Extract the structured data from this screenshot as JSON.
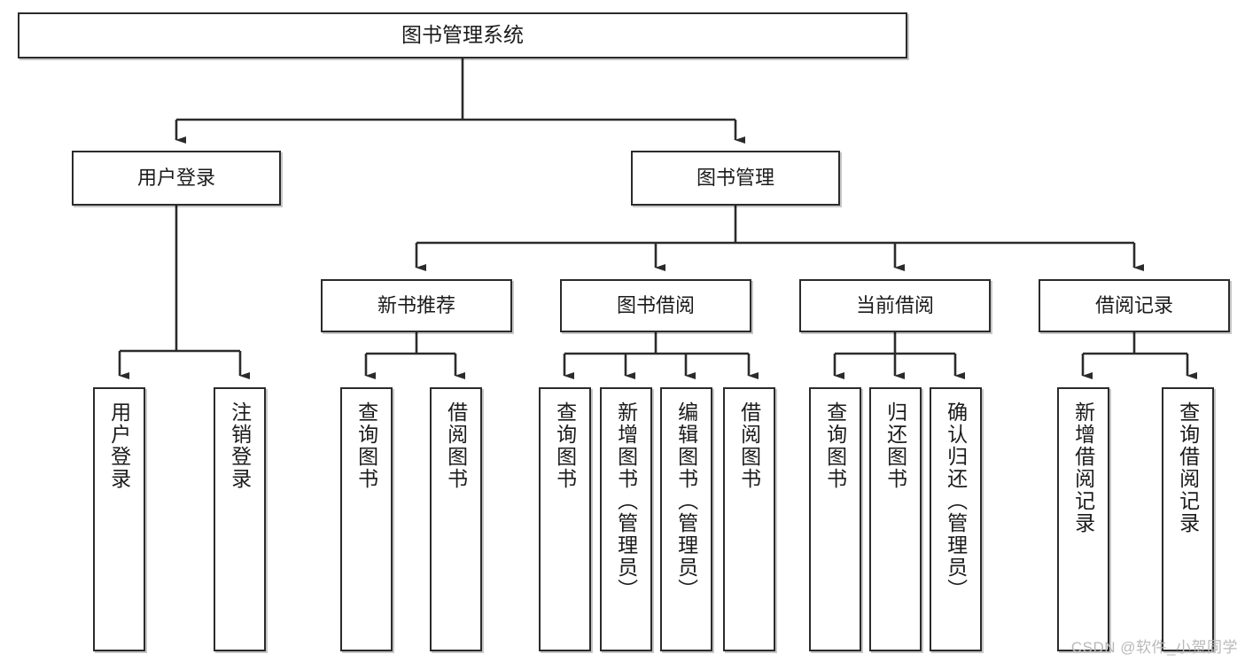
{
  "diagram": {
    "title": "图书管理系统",
    "type": "tree-hierarchy",
    "watermark": "CSDN @软件_小贺同学",
    "colors": {
      "box_border": "#2b2b2b",
      "box_fill": "#ffffff",
      "connector": "#2b2b2b",
      "text": "#1b1b1b",
      "watermark": "#b9b9b9"
    }
  },
  "nodes": {
    "root": {
      "label": "图书管理系统"
    },
    "level2": [
      {
        "label": "用户登录"
      },
      {
        "label": "图书管理"
      }
    ],
    "level3": [
      {
        "label": "新书推荐"
      },
      {
        "label": "图书借阅"
      },
      {
        "label": "当前借阅"
      },
      {
        "label": "借阅记录"
      }
    ],
    "leaves": {
      "user_login": [
        {
          "label": "用户登录"
        },
        {
          "label": "注销登录"
        }
      ],
      "new_book_recommend": [
        {
          "label": "查询图书"
        },
        {
          "label": "借阅图书"
        }
      ],
      "book_borrow": [
        {
          "label": "查询图书"
        },
        {
          "label": "新增图书（管理员）"
        },
        {
          "label": "编辑图书（管理员）"
        },
        {
          "label": "借阅图书"
        }
      ],
      "current_borrow": [
        {
          "label": "查询图书"
        },
        {
          "label": "归还图书"
        },
        {
          "label": "确认归还（管理员）"
        }
      ],
      "borrow_records": [
        {
          "label": "新增借阅记录"
        },
        {
          "label": "查询借阅记录"
        }
      ]
    }
  }
}
